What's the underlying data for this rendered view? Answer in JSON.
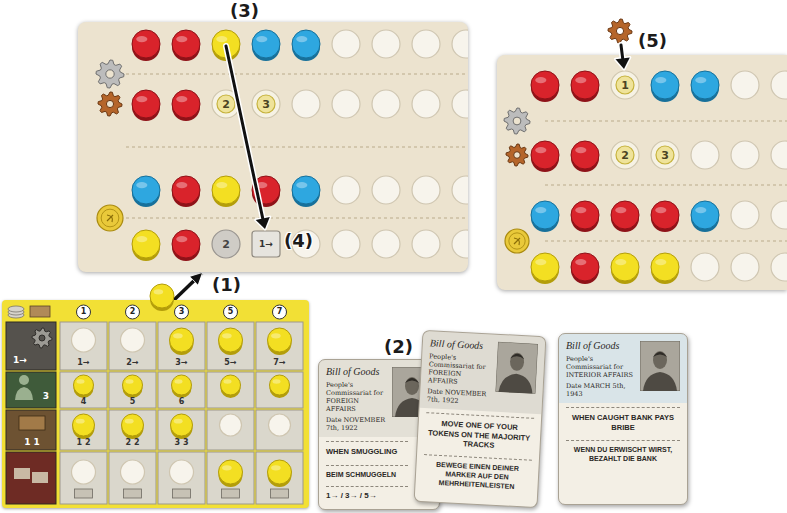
{
  "diagram": {
    "nodes": [
      {
        "text": [
          "2",
          "3",
          "2",
          "1→"
        ]
      },
      {
        "text": [
          "1",
          "2",
          "3"
        ]
      },
      {
        "text": [
          "1",
          "2",
          "3",
          "5",
          "7",
          "1→",
          "2→",
          "3→",
          "5→",
          "7→",
          "4",
          "5",
          "6",
          "1 2",
          "2 2",
          "3 3",
          "1→",
          "3",
          "1 1"
        ]
      },
      {
        "text": [
          "Bill of Goods",
          "People's Commissariat for FOREIGN AFFAIRS",
          "Date NOVEMBER 7th, 1922",
          "WHEN SMUGGLING",
          "BEIM SCHMUGGELN",
          "1→ / 3→ / 5→"
        ]
      },
      {
        "text": [
          "Bill of Goods",
          "People's Commissariat for FOREIGN AFFAIRS",
          "Date NOVEMBER 7th, 1922",
          "MOVE ONE OF YOUR TOKENS ON THE MAJORITY TRACKS",
          "BEWEGE EINEN DEINER MARKER AUF DEN MEHRHEITENLEISTEN"
        ]
      },
      {
        "text": [
          "Bill of Goods",
          "People's Commissariat for INTERIOR AFFAIRS",
          "Date MARCH 5th, 1943",
          "WHEN CAUGHT BANK PAYS BRIBE",
          "WENN DU ERWISCHT WIRST, BEZAHLT DIE BANK"
        ]
      }
    ],
    "edges": [
      {
        "from": 2,
        "to": 0,
        "arrow": "to"
      }
    ],
    "labels": [
      "(3)",
      "(4)",
      "(1)",
      "(2)",
      "(5)"
    ]
  }
}
